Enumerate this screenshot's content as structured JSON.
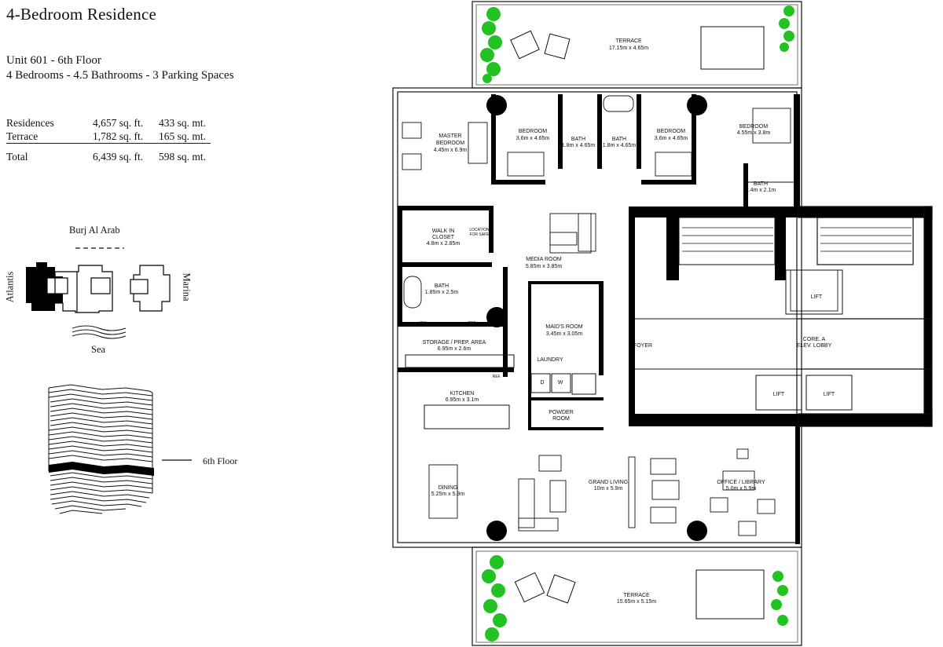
{
  "header": {
    "title": "4-Bedroom Residence",
    "unit": "Unit 601 - 6th Floor",
    "summary": "4 Bedrooms - 4.5 Bathrooms - 3 Parking Spaces"
  },
  "areas": [
    {
      "label": "Residences",
      "sqft": "4,657 sq. ft.",
      "sqm": "433 sq. mt."
    },
    {
      "label": "Terrace",
      "sqft": "1,782 sq. ft.",
      "sqm": "165 sq. mt."
    }
  ],
  "total": {
    "label": "Total",
    "sqft": "6,439 sq. ft.",
    "sqm": "598 sq. mt."
  },
  "location": {
    "north": "Burj Al Arab",
    "west": "Atlantis",
    "east": "Marina",
    "south": "Sea"
  },
  "floor_marker": "6th Floor",
  "rooms": {
    "terrace_top": {
      "name": "TERRACE",
      "dim": "17.15m x 4.65m"
    },
    "master_bedroom": {
      "name1": "MASTER",
      "name2": "BEDROOM",
      "dim": "4.45m x 6.9m"
    },
    "bedroom_2": {
      "name": "BEDROOM",
      "dim": "3.6m x 4.65m"
    },
    "bath_1": {
      "name": "BATH",
      "dim": "1.8m x 4.65m"
    },
    "bath_2": {
      "name": "BATH",
      "dim": "1.8m x 4.65m"
    },
    "bedroom_3": {
      "name": "BEDROOM",
      "dim": "3.6m x 4.65m"
    },
    "bedroom_4": {
      "name": "BEDROOM",
      "dim": "4.55m x 3.8m"
    },
    "bath_3": {
      "name": "BATH",
      "dim": "2.4m x 2.1m"
    },
    "walk_in": {
      "name1": "WALK IN",
      "name2": "CLOSET",
      "dim": "4.8m x 2.85m"
    },
    "safe": {
      "name1": "LOCATION",
      "name2": "FOR SAFE"
    },
    "media_room": {
      "name": "MEDIA ROOM",
      "dim": "5.85m x 3.85m"
    },
    "master_bath": {
      "name": "BATH",
      "dim": "1.85m x 2.5m"
    },
    "maids_room": {
      "name": "MAID'S ROOM",
      "dim": "3.45m x 3.05m"
    },
    "storage": {
      "name": "STORAGE / PREP. AREA",
      "dim": "6.95m x 2.6m"
    },
    "laundry": {
      "name": "LAUNDRY"
    },
    "kitchen": {
      "name": "KITCHEN",
      "dim": "6.95m x 3.1m"
    },
    "powder": {
      "name1": "POWDER",
      "name2": "ROOM"
    },
    "foyer": {
      "name": "FOYER"
    },
    "core": {
      "name1": "CORE. A",
      "name2": "ELEV. LOBBY"
    },
    "lift_1": {
      "name": "LIFT"
    },
    "lift_2": {
      "name": "LIFT"
    },
    "lift_3": {
      "name": "LIFT"
    },
    "dining": {
      "name": "DINING",
      "dim": "5.25m x 5.9m"
    },
    "grand_living": {
      "name": "GRAND LIVING",
      "dim": "10m x 5.9m"
    },
    "office": {
      "name": "OFFICE / LIBRARY",
      "dim": "5.0m x 5.9m"
    },
    "terrace_bottom": {
      "name": "TERRACE",
      "dim": "15.65m x 5.15m"
    },
    "cw": "CW",
    "ref1": "REF.",
    "ref2": "REF.",
    "dryer": "D",
    "washer": "W"
  },
  "colors": {
    "plant": "#22c222",
    "plant_light": "#7ee07e",
    "wall": "#000000"
  }
}
